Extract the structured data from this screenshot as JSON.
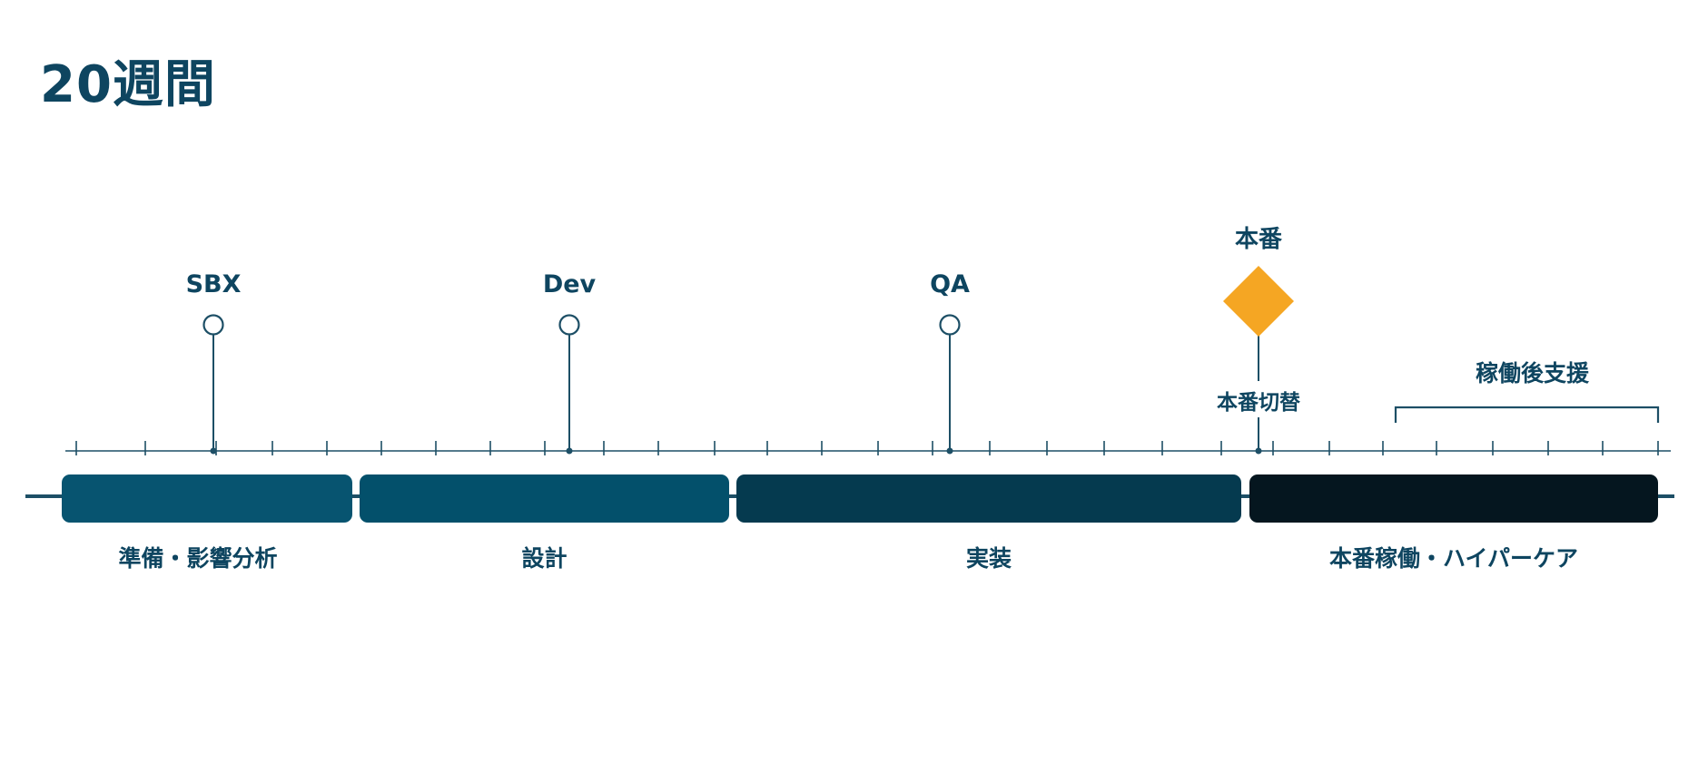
{
  "title": "20週間",
  "colors": {
    "text": "#0e4560",
    "line": "#1d4f66",
    "milestone_diamond": "#f5a623",
    "phase_1": "#075470",
    "phase_2": "#03506b",
    "phase_3": "#053a4f",
    "phase_4": "#05161f"
  },
  "timeline": {
    "weeks": 20,
    "milestones": [
      {
        "label": "SBX",
        "week": 2.5,
        "shape": "circle"
      },
      {
        "label": "Dev",
        "week": 6.8,
        "shape": "circle"
      },
      {
        "label": "QA",
        "week": 11.4,
        "shape": "circle"
      },
      {
        "label": "本番",
        "sublabel": "本番切替",
        "week": 14.7,
        "shape": "diamond"
      }
    ],
    "phases": [
      {
        "label": "準備・影響分析",
        "start": 0,
        "end": 3.5,
        "color_key": "phase_1"
      },
      {
        "label": "設計",
        "start": 3.5,
        "end": 8,
        "color_key": "phase_2"
      },
      {
        "label": "実装",
        "start": 8,
        "end": 14.2,
        "color_key": "phase_3"
      },
      {
        "label": "本番稼働・ハイパーケア",
        "start": 14.2,
        "end": 20,
        "color_key": "phase_4"
      }
    ],
    "support": {
      "label": "稼働後支援",
      "start": 16.5,
      "end": 20
    }
  }
}
